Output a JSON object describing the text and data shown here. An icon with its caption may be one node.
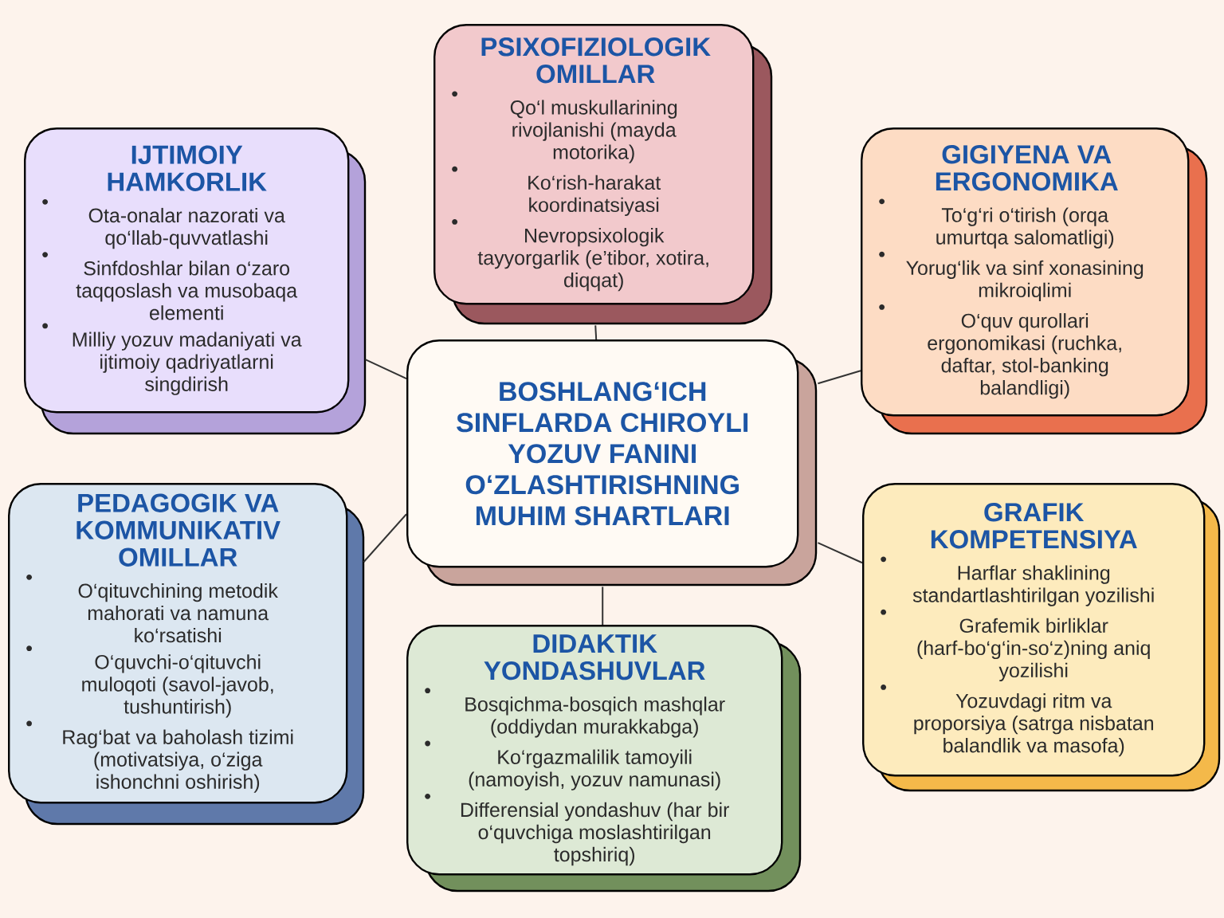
{
  "diagram": {
    "nodes": [
      {
        "text": [
          "PSIXOFIZIOLOGIK OMILLAR",
          "Qo‘l muskullarining rivojlanishi (mayda motorika)",
          "Ko‘rish-harakat koordinatsiyasi",
          "Nevropsixologik tayyorgarlik (e’tibor, xotira, diqqat)"
        ]
      },
      {
        "text": [
          "IJTIMOIY HAMKORLIK",
          "Ota-onalar nazorati va qo‘llab-quvvatlashi",
          "Sinfdoshlar bilan o‘zaro taqqoslash va musobaqa elementi",
          "Milliy yozuv madaniyati va ijtimoiy qadriyatlarni singdirish"
        ]
      },
      {
        "text": [
          "GIGIYENA VA ERGONOMIKA",
          "To‘g‘ri o‘tirish (orqa umurtqa salomatligi)",
          "Yorug‘lik va sinf xonasining mikroiqlimi",
          "O‘quv qurollari ergonomikasi (ruchka, daftar, stol-banking balandligi)"
        ]
      },
      {
        "text": [
          "BOSHLANG‘ICH SINFLARDA CHIROYLI YOZUV FANINI O‘ZLASHTIRISHNING MUHIM SHARTLARI"
        ]
      },
      {
        "text": [
          "PEDAGOGIK VA KOMMUNIKATIV OMILLAR",
          "O‘qituvchining metodik mahorati va namuna ko‘rsatishi",
          "O‘quvchi-o‘qituvchi muloqoti (savol-javob, tushuntirish)",
          "Rag‘bat va baholash tizimi (motivatsiya, o‘ziga ishonchni oshirish)"
        ]
      },
      {
        "text": [
          "GRAFIK KOMPETENSIYA",
          "Harflar shaklining standartlashtirilgan yozilishi",
          "Grafemik birliklar (harf-bo‘g‘in-so‘z)ning aniq yozilishi",
          "Yozuvdagi ritm va proporsiya (satrga nisbatan balandlik va masofa)"
        ]
      },
      {
        "text": [
          "DIDAKTIK YONDASHUVLAR",
          "Bosqichma-bosqich mashqlar (oddiydan murakkabga)",
          "Ko‘rgazmalilik tamoyili (namoyish, yozuv namunasi)",
          "Differensial yondashuv (har bir o‘quvchiga moslashtirilgan topshiriq)"
        ]
      }
    ],
    "edges": [
      {
        "from": 3,
        "to": 0,
        "arrow": "none"
      },
      {
        "from": 3,
        "to": 1,
        "arrow": "none"
      },
      {
        "from": 3,
        "to": 2,
        "arrow": "none"
      },
      {
        "from": 3,
        "to": 4,
        "arrow": "none"
      },
      {
        "from": 3,
        "to": 5,
        "arrow": "none"
      },
      {
        "from": 3,
        "to": 6,
        "arrow": "none"
      }
    ]
  }
}
